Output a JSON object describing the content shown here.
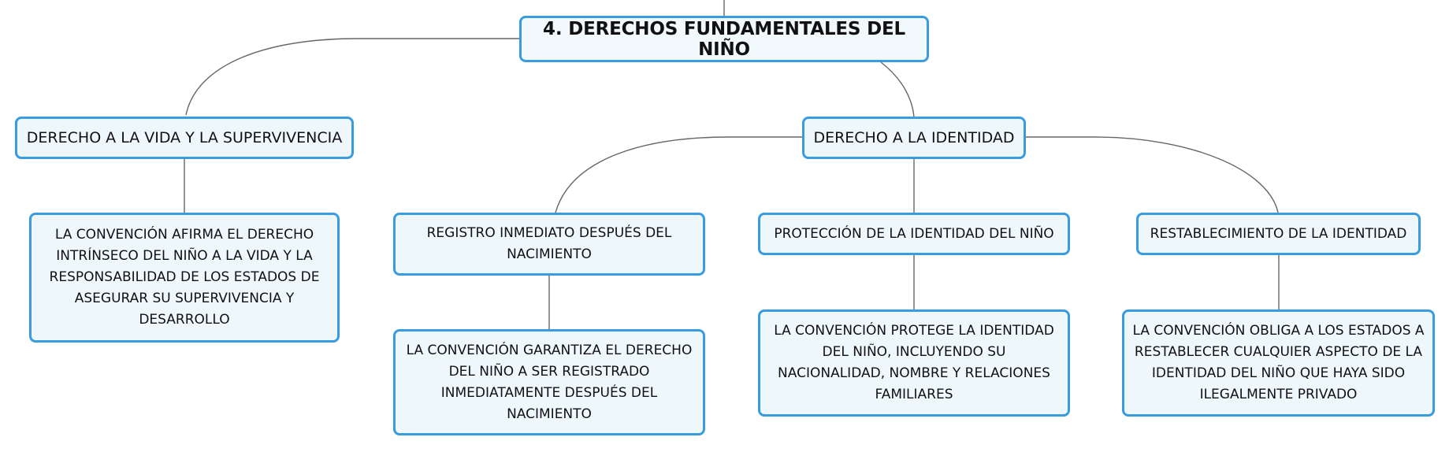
{
  "map": {
    "root": "4. DERECHOS FUNDAMENTALES DEL NIÑO",
    "branches": [
      {
        "label": "DERECHO A LA VIDA Y LA SUPERVIVENCIA",
        "detail": "LA CONVENCIÓN AFIRMA EL DERECHO INTRÍNSECO DEL NIÑO A LA VIDA Y LA RESPONSABILIDAD DE LOS ESTADOS DE ASEGURAR SU SUPERVIVENCIA Y DESARROLLO"
      },
      {
        "label": "DERECHO A LA IDENTIDAD",
        "children": [
          {
            "label": "REGISTRO INMEDIATO DESPUÉS DEL NACIMIENTO",
            "detail": "LA CONVENCIÓN GARANTIZA EL DERECHO DEL NIÑO A SER REGISTRADO INMEDIATAMENTE DESPUÉS DEL NACIMIENTO"
          },
          {
            "label": "PROTECCIÓN DE LA IDENTIDAD DEL NIÑO",
            "detail": "LA CONVENCIÓN PROTEGE LA IDENTIDAD DEL NIÑO, INCLUYENDO SU NACIONALIDAD, NOMBRE Y RELACIONES FAMILIARES"
          },
          {
            "label": "RESTABLECIMIENTO DE LA IDENTIDAD",
            "detail": "LA CONVENCIÓN OBLIGA A LOS ESTADOS A RESTABLECER CUALQUIER ASPECTO DE LA IDENTIDAD DEL NIÑO QUE HAYA SIDO ILEGALMENTE PRIVADO"
          }
        ]
      }
    ]
  },
  "colors": {
    "node_border": "#3a9ce0",
    "node_fill": "#eef7fc",
    "connector": "#666666",
    "text": "#111111"
  }
}
